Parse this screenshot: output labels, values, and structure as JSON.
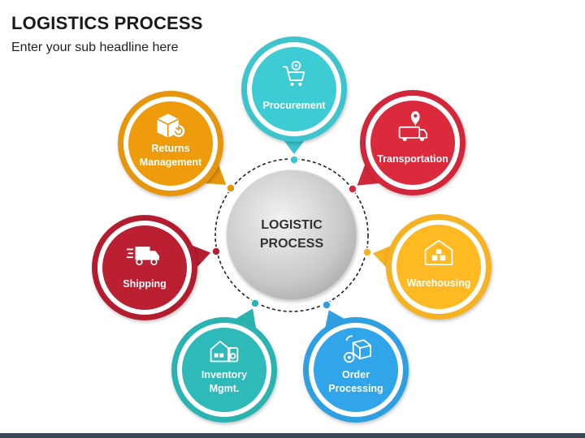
{
  "header": {
    "title": "LOGISTICS PROCESS",
    "subtitle": "Enter your sub headline here"
  },
  "center": {
    "line1": "LOGISTIC",
    "line2": "PROCESS"
  },
  "nodes": [
    {
      "id": "procurement",
      "lines": [
        "Procurement"
      ],
      "color": "#3cc4cc",
      "icon": "cart-gear-icon"
    },
    {
      "id": "transportation",
      "lines": [
        "Transportation"
      ],
      "color": "#d3283a",
      "icon": "truck-pin-icon"
    },
    {
      "id": "warehousing",
      "lines": [
        "Warehousing"
      ],
      "color": "#f5b221",
      "icon": "warehouse-icon"
    },
    {
      "id": "order-processing",
      "lines": [
        "Order",
        "Processing"
      ],
      "color": "#2f9fe0",
      "icon": "box-gear-icon"
    },
    {
      "id": "inventory-mgmt",
      "lines": [
        "Inventory",
        "Mgmt."
      ],
      "color": "#2bb3b1",
      "icon": "inventory-icon"
    },
    {
      "id": "shipping",
      "lines": [
        "Shipping"
      ],
      "color": "#b31f2f",
      "icon": "delivery-van-icon"
    },
    {
      "id": "returns-management",
      "lines": [
        "Returns",
        "Management"
      ],
      "color": "#e6960c",
      "icon": "return-box-icon"
    }
  ]
}
